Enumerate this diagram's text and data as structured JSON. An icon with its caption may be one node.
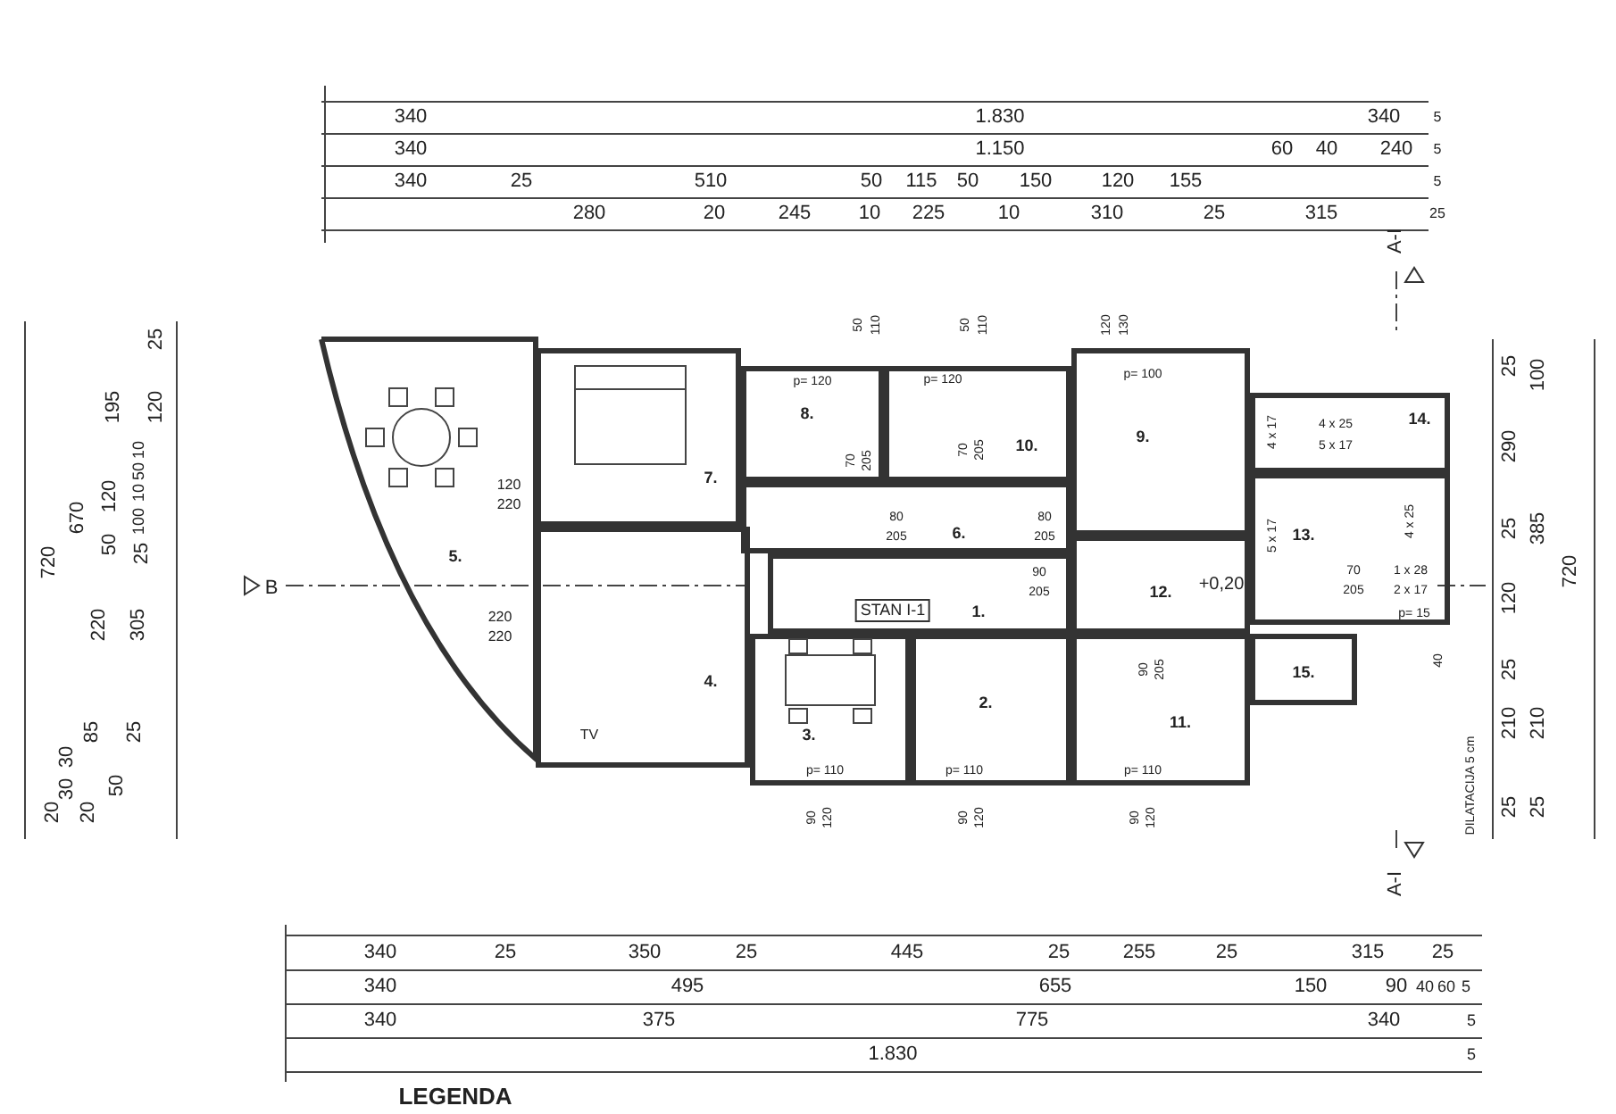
{
  "diagram": {
    "nodes": [
      {
        "text": [
          "1."
        ]
      },
      {
        "text": [
          "2."
        ]
      },
      {
        "text": [
          "3."
        ]
      },
      {
        "text": [
          "4."
        ]
      },
      {
        "text": [
          "5."
        ]
      },
      {
        "text": [
          "6."
        ]
      },
      {
        "text": [
          "7."
        ]
      },
      {
        "text": [
          "8."
        ]
      },
      {
        "text": [
          "9."
        ]
      },
      {
        "text": [
          "10."
        ]
      },
      {
        "text": [
          "11."
        ]
      },
      {
        "text": [
          "12."
        ]
      },
      {
        "text": [
          "13."
        ]
      },
      {
        "text": [
          "14."
        ]
      },
      {
        "text": [
          "15."
        ]
      }
    ],
    "labels": [
      "340",
      "1.830",
      "340",
      "340",
      "1.150",
      "60",
      "40",
      "240",
      "340",
      "25",
      "510",
      "50",
      "115",
      "50",
      "150",
      "120",
      "155",
      "280",
      "20",
      "245",
      "10",
      "225",
      "10",
      "310",
      "25",
      "315",
      "5",
      "5",
      "5",
      "25",
      "720",
      "670",
      "25",
      "195",
      "120",
      "10",
      "50",
      "10",
      "100",
      "120",
      "50",
      "25",
      "220",
      "305",
      "85",
      "25",
      "30",
      "30",
      "50",
      "20",
      "20",
      "25",
      "100",
      "290",
      "25",
      "385",
      "720",
      "120",
      "25",
      "210",
      "210",
      "25",
      "25",
      "DILATACIJA 5 cm",
      "A-I",
      "A-I",
      "B",
      "340",
      "25",
      "350",
      "25",
      "445",
      "25",
      "255",
      "25",
      "315",
      "25",
      "340",
      "495",
      "655",
      "150",
      "90",
      "40",
      "60",
      "5",
      "340",
      "375",
      "775",
      "340",
      "5",
      "1.830",
      "5",
      "LEGENDA",
      "STAN I-1",
      "+0,20",
      "120",
      "220",
      "220",
      "220",
      "p= 120",
      "p= 120",
      "p= 100",
      "50",
      "110",
      "50",
      "110",
      "120",
      "130",
      "70",
      "205",
      "70",
      "205",
      "80",
      "205",
      "80",
      "205",
      "90",
      "205",
      "90",
      "205",
      "70",
      "205",
      "1 x 28",
      "2 x 17",
      "4 x 25",
      "5 x 17",
      "4 x 17",
      "5 x 17",
      "4 x 25",
      "p= 15",
      "40",
      "TV",
      "p= 110",
      "p= 110",
      "p= 110",
      "90",
      "120",
      "90",
      "120",
      "90",
      "120"
    ]
  }
}
